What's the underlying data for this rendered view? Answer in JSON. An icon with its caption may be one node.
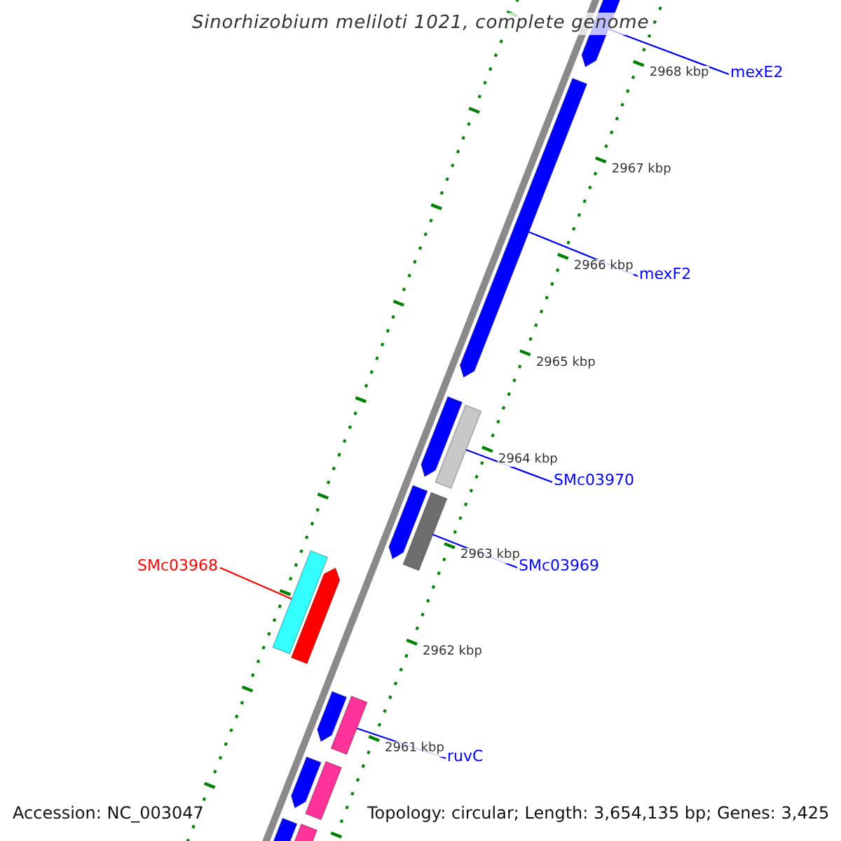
{
  "diagram": {
    "title": "Sinorhizobium meliloti 1021, complete genome",
    "nodes": [
      {
        "text": [],
        "shape": "arrow"
      },
      {
        "text": [
          "mexE2"
        ]
      },
      {
        "text": [],
        "shape": "arrow"
      },
      {
        "text": [
          "mexF2"
        ]
      },
      {
        "text": [],
        "shape": "arrow"
      },
      {
        "text": [],
        "shape": "bar"
      },
      {
        "text": [
          "SMc03970"
        ]
      },
      {
        "text": [],
        "shape": "arrow"
      },
      {
        "text": [],
        "shape": "bar"
      },
      {
        "text": [
          "SMc03968"
        ]
      },
      {
        "text": [
          "SMc03969"
        ]
      },
      {
        "text": [],
        "shape": "bar"
      },
      {
        "text": [],
        "shape": "arrow"
      },
      {
        "text": [],
        "shape": "arrow"
      },
      {
        "text": [],
        "shape": "bar"
      },
      {
        "text": [
          "ruvC"
        ]
      },
      {
        "text": [],
        "shape": "arrow"
      },
      {
        "text": [],
        "shape": "bar"
      },
      {
        "text": [],
        "shape": "arrow"
      },
      {
        "text": [],
        "shape": "bar"
      }
    ],
    "edges": [
      {
        "from": 1,
        "to": 0,
        "arrow": "none"
      },
      {
        "from": 3,
        "to": 2,
        "arrow": "none"
      },
      {
        "from": 6,
        "to": 5,
        "arrow": "none"
      },
      {
        "from": 10,
        "to": 8,
        "arrow": "none"
      },
      {
        "from": 9,
        "to": 11,
        "arrow": "none",
        "color": "#ff0000"
      },
      {
        "from": 15,
        "to": 14,
        "arrow": "none"
      }
    ],
    "labels": [
      "2968 kbp",
      "2967 kbp",
      "2966 kbp",
      "2965 kbp",
      "2964 kbp",
      "2963 kbp",
      "2962 kbp",
      "2961 kbp",
      "Accession: NC_003047",
      "Topology: circular; Length: 3,654,135 bp; Genes: 3,425"
    ]
  }
}
